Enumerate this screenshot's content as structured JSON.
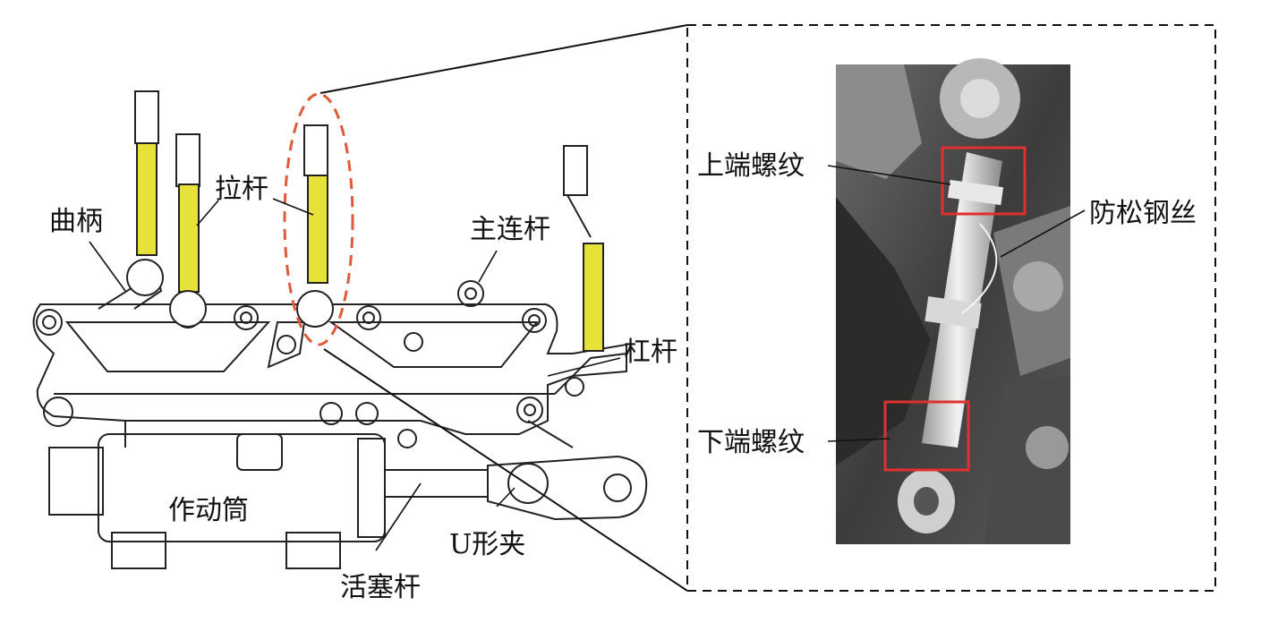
{
  "labels": {
    "crank": "曲柄",
    "pull_rod": "拉杆",
    "main_link": "主连杆",
    "lever": "杠杆",
    "actuator": "作动筒",
    "u_clevis": "U形夹",
    "piston_rod": "活塞杆",
    "upper_thread": "上端螺纹",
    "lock_wire": "防松钢丝",
    "lower_thread": "下端螺纹"
  },
  "colors": {
    "rod_yellow": "#e7e23a",
    "callout_red": "#e05a3a",
    "box_red": "#e03030",
    "line": "#111111"
  }
}
